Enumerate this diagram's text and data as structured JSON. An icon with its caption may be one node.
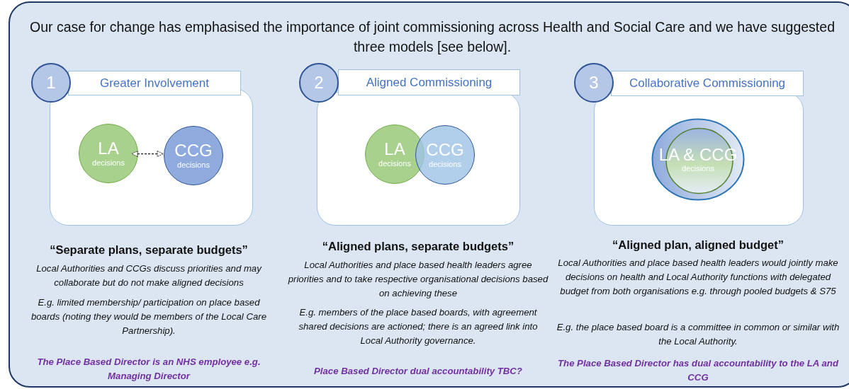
{
  "diagram": {
    "title": "Our case for change has emphasised the importance of joint commissioning across Health and Social Care and we have suggested three models [see below].",
    "nodes": [
      {
        "text": [
          "1"
        ]
      },
      {
        "text": [
          "Greater Involvement"
        ]
      },
      {
        "text": [],
        "shape": "box"
      },
      {
        "text": [
          "LA",
          "decisions"
        ],
        "in": 2
      },
      {
        "text": [
          "CCG",
          "decisions"
        ],
        "in": 2
      },
      {
        "text": [
          "2"
        ]
      },
      {
        "text": [
          "Aligned Commissioning"
        ]
      },
      {
        "text": [],
        "shape": "box"
      },
      {
        "text": [
          "LA",
          "decisions"
        ],
        "in": 7
      },
      {
        "text": [
          "CCG",
          "decisions"
        ],
        "in": 7
      },
      {
        "text": [
          "3"
        ]
      },
      {
        "text": [
          "Collaborative Commissioning"
        ]
      },
      {
        "text": [],
        "shape": "box"
      },
      {
        "text": [
          "LA & CCG",
          "decisions"
        ],
        "in": 12
      }
    ],
    "edges": [
      {
        "from": 3,
        "to": 4,
        "arrow": "both",
        "style": "dashed"
      }
    ],
    "labels": [
      "“Separate plans, separate budgets”",
      "Local Authorities and CCGs discuss priorities and may collaborate but do not make aligned decisions",
      "E.g. limited membership/ participation on place based boards (noting they would be members of the Local Care Partnership).",
      "The Place Based Director is an NHS employee e.g. Managing Director",
      "“Aligned plans, separate budgets”",
      "Local Authorities and place based health leaders agree priorities and to take respective organisational decisions based on achieving these",
      "E.g. members of the place based boards, with agreement shared decisions are actioned; there is an agreed link into Local Authority governance.",
      "Place Based Director dual accountability TBC?",
      "“Aligned plan, aligned budget”",
      "Local Authorities and place based health leaders would jointly make decisions on health and Local Authority functions with delegated budget from both organisations e.g. through pooled budgets & S75",
      "E.g. the place based board is a committee  in common or similar with the Local Authority.",
      "The Place Based Director has dual accountability to the LA and CCG"
    ]
  }
}
